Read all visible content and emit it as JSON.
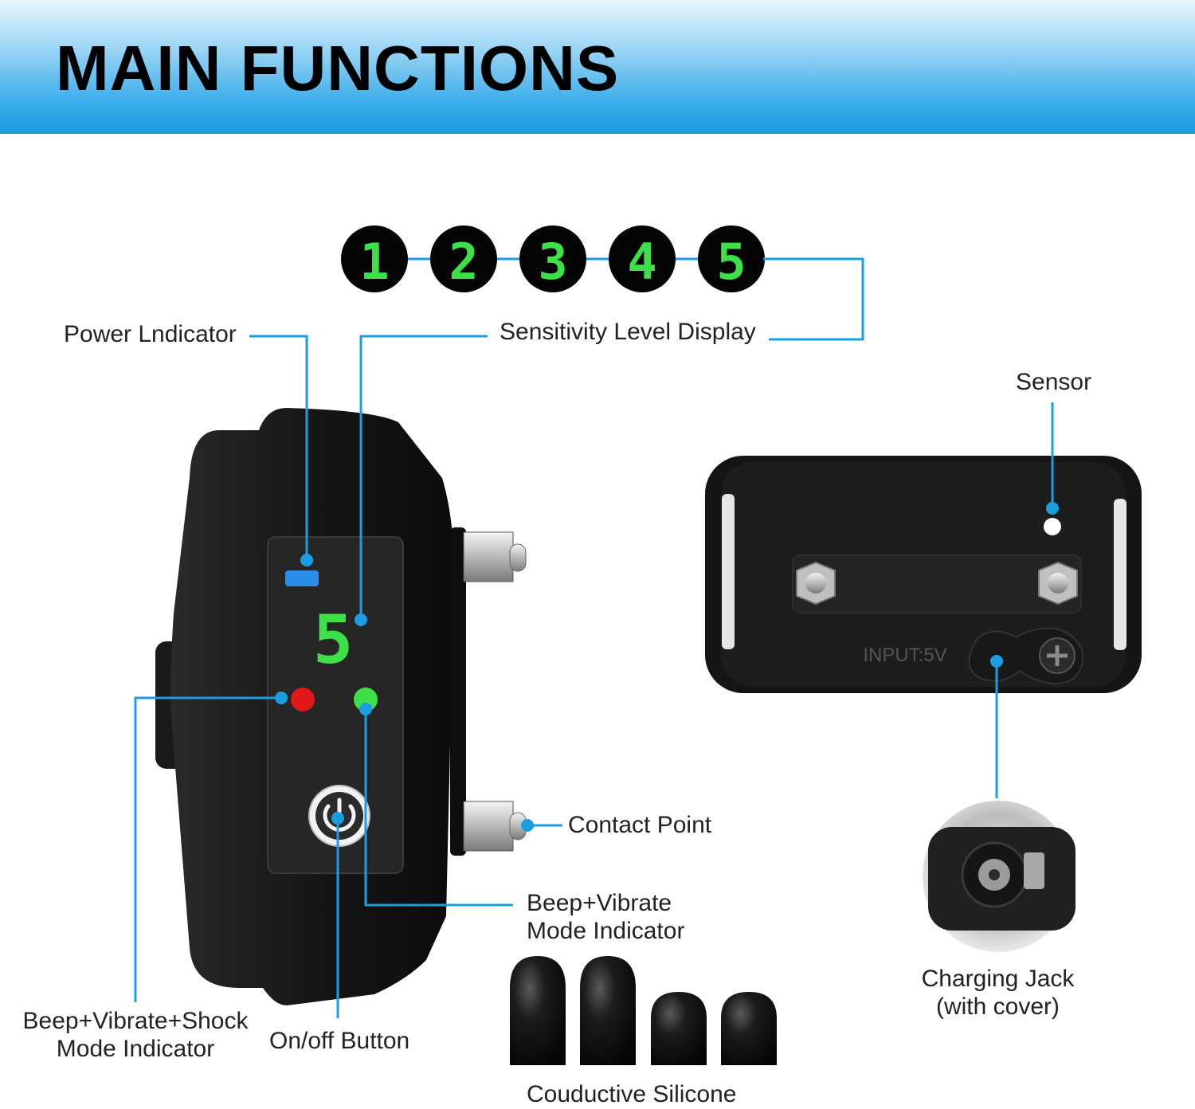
{
  "header": {
    "title": "MAIN FUNCTIONS"
  },
  "levels": [
    "1",
    "2",
    "3",
    "4",
    "5"
  ],
  "labels": {
    "power_indicator": "Power Lndicator",
    "sensitivity_display": "Sensitivity Level Display",
    "sensor": "Sensor",
    "contact_point": "Contact Point",
    "beep_vibrate": [
      "Beep+Vibrate",
      "Mode Indicator"
    ],
    "beep_vibrate_shock": [
      "Beep+Vibrate+Shock",
      "Mode Indicator"
    ],
    "onoff": "On/off Button",
    "charging_jack": [
      "Charging Jack",
      "(with cover)"
    ],
    "silicone": "Couductive Silicone"
  },
  "device": {
    "display_digit": "5",
    "input_label": "INPUT:5V"
  },
  "colors": {
    "accent": "#1a9ee0",
    "digit_green": "#3ee04a",
    "red_led": "#e01818",
    "blue_led": "#2a8fe8",
    "body": "#1c1c1c"
  },
  "icons": [
    "power-icon",
    "screw-icon",
    "charging-jack-icon"
  ]
}
